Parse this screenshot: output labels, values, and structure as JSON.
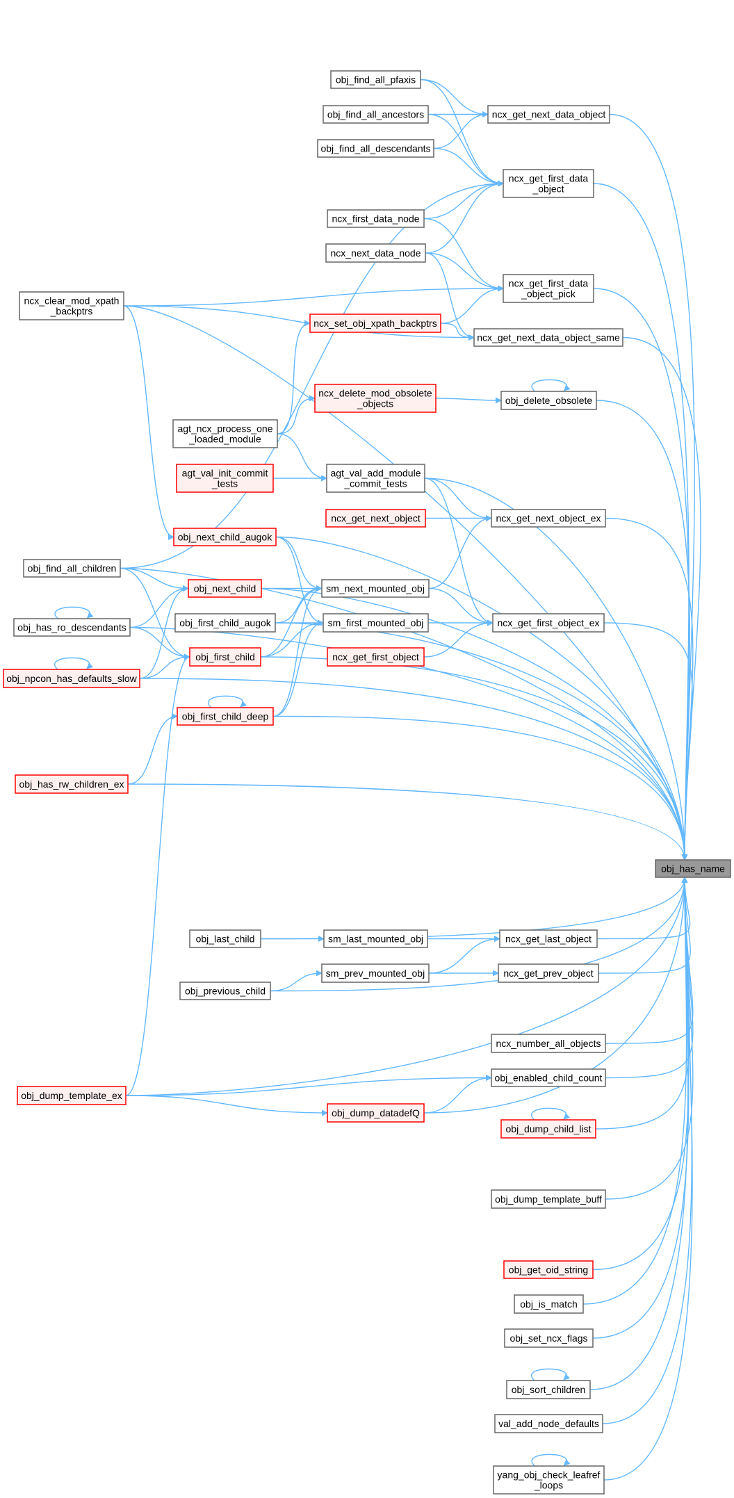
{
  "graph": {
    "title": "obj_has_name",
    "colors": {
      "edge": "#63b8ff",
      "red_border": "#ff0000",
      "red_fill": "#fff0f0",
      "current_fill": "#999999",
      "border": "#666666"
    },
    "nodes": [
      {
        "id": "has_name",
        "label": [
          "obj_has_name"
        ],
        "style": "current"
      },
      {
        "id": "pfaxis",
        "label": [
          "obj_find_all_pfaxis"
        ],
        "style": "normal"
      },
      {
        "id": "ancestors",
        "label": [
          "obj_find_all_ancestors"
        ],
        "style": "normal"
      },
      {
        "id": "descendants",
        "label": [
          "obj_find_all_descendants"
        ],
        "style": "normal"
      },
      {
        "id": "next_data_object",
        "label": [
          "ncx_get_next_data_object"
        ],
        "style": "normal"
      },
      {
        "id": "first_data_object",
        "label": [
          "ncx_get_first_data",
          "_object"
        ],
        "style": "normal"
      },
      {
        "id": "first_data_node",
        "label": [
          "ncx_first_data_node"
        ],
        "style": "normal"
      },
      {
        "id": "next_data_node",
        "label": [
          "ncx_next_data_node"
        ],
        "style": "normal"
      },
      {
        "id": "pick",
        "label": [
          "ncx_get_first_data",
          "_object_pick"
        ],
        "style": "normal"
      },
      {
        "id": "clear_mod",
        "label": [
          "ncx_clear_mod_xpath",
          "_backptrs"
        ],
        "style": "normal"
      },
      {
        "id": "xpath_backptrs",
        "label": [
          "ncx_set_obj_xpath_backptrs"
        ],
        "style": "red"
      },
      {
        "id": "same",
        "label": [
          "ncx_get_next_data_object_same"
        ],
        "style": "normal"
      },
      {
        "id": "delete_mod",
        "label": [
          "ncx_delete_mod_obsolete",
          "_objects"
        ],
        "style": "red"
      },
      {
        "id": "delete_obsolete",
        "label": [
          "obj_delete_obsolete"
        ],
        "style": "normal"
      },
      {
        "id": "agt_ncx_process",
        "label": [
          "agt_ncx_process_one",
          "_loaded_module"
        ],
        "style": "normal"
      },
      {
        "id": "agt_val_init",
        "label": [
          "agt_val_init_commit",
          "_tests"
        ],
        "style": "red"
      },
      {
        "id": "agt_val_add",
        "label": [
          "agt_val_add_module",
          "_commit_tests"
        ],
        "style": "normal"
      },
      {
        "id": "get_next_object",
        "label": [
          "ncx_get_next_object"
        ],
        "style": "red"
      },
      {
        "id": "next_object_ex",
        "label": [
          "ncx_get_next_object_ex"
        ],
        "style": "normal"
      },
      {
        "id": "next_child_augok",
        "label": [
          "obj_next_child_augok"
        ],
        "style": "red"
      },
      {
        "id": "find_all_children",
        "label": [
          "obj_find_all_children"
        ],
        "style": "normal"
      },
      {
        "id": "next_child",
        "label": [
          "obj_next_child"
        ],
        "style": "red"
      },
      {
        "id": "sm_next",
        "label": [
          "sm_next_mounted_obj"
        ],
        "style": "normal"
      },
      {
        "id": "ro_desc",
        "label": [
          "obj_has_ro_descendants"
        ],
        "style": "normal"
      },
      {
        "id": "first_child_augok",
        "label": [
          "obj_first_child_augok"
        ],
        "style": "normal"
      },
      {
        "id": "sm_first",
        "label": [
          "sm_first_mounted_obj"
        ],
        "style": "normal"
      },
      {
        "id": "first_object_ex",
        "label": [
          "ncx_get_first_object_ex"
        ],
        "style": "normal"
      },
      {
        "id": "npcon",
        "label": [
          "obj_npcon_has_defaults_slow"
        ],
        "style": "red"
      },
      {
        "id": "first_child",
        "label": [
          "obj_first_child"
        ],
        "style": "red"
      },
      {
        "id": "get_first_object",
        "label": [
          "ncx_get_first_object"
        ],
        "style": "red"
      },
      {
        "id": "first_child_deep",
        "label": [
          "obj_first_child_deep"
        ],
        "style": "red"
      },
      {
        "id": "rw_children",
        "label": [
          "obj_has_rw_children_ex"
        ],
        "style": "red"
      },
      {
        "id": "last_child",
        "label": [
          "obj_last_child"
        ],
        "style": "normal"
      },
      {
        "id": "sm_last",
        "label": [
          "sm_last_mounted_obj"
        ],
        "style": "normal"
      },
      {
        "id": "get_last_object",
        "label": [
          "ncx_get_last_object"
        ],
        "style": "normal"
      },
      {
        "id": "sm_prev",
        "label": [
          "sm_prev_mounted_obj"
        ],
        "style": "normal"
      },
      {
        "id": "get_prev_object",
        "label": [
          "ncx_get_prev_object"
        ],
        "style": "normal"
      },
      {
        "id": "previous_child",
        "label": [
          "obj_previous_child"
        ],
        "style": "normal"
      },
      {
        "id": "number_all",
        "label": [
          "ncx_number_all_objects"
        ],
        "style": "normal"
      },
      {
        "id": "enabled_count",
        "label": [
          "obj_enabled_child_count"
        ],
        "style": "normal"
      },
      {
        "id": "dump_template_ex",
        "label": [
          "obj_dump_template_ex"
        ],
        "style": "red"
      },
      {
        "id": "dump_datadefq",
        "label": [
          "obj_dump_datadefQ"
        ],
        "style": "red"
      },
      {
        "id": "dump_child_list",
        "label": [
          "obj_dump_child_list"
        ],
        "style": "red"
      },
      {
        "id": "dump_template_buff",
        "label": [
          "obj_dump_template_buff"
        ],
        "style": "normal"
      },
      {
        "id": "oid_string",
        "label": [
          "obj_get_oid_string"
        ],
        "style": "red"
      },
      {
        "id": "is_match",
        "label": [
          "obj_is_match"
        ],
        "style": "normal"
      },
      {
        "id": "set_ncx_flags",
        "label": [
          "obj_set_ncx_flags"
        ],
        "style": "normal"
      },
      {
        "id": "sort_children",
        "label": [
          "obj_sort_children"
        ],
        "style": "normal"
      },
      {
        "id": "val_add_defaults",
        "label": [
          "val_add_node_defaults"
        ],
        "style": "normal"
      },
      {
        "id": "yang_leafref",
        "label": [
          "yang_obj_check_leafref",
          "_loops"
        ],
        "style": "normal"
      }
    ],
    "edges": [
      [
        "pfaxis",
        "next_data_object"
      ],
      [
        "pfaxis",
        "first_data_object"
      ],
      [
        "ancestors",
        "next_data_object"
      ],
      [
        "ancestors",
        "first_data_object"
      ],
      [
        "descendants",
        "next_data_object"
      ],
      [
        "descendants",
        "first_data_object"
      ],
      [
        "find_all_children",
        "first_data_object"
      ],
      [
        "first_data_node",
        "first_data_object"
      ],
      [
        "first_data_node",
        "pick"
      ],
      [
        "next_data_node",
        "first_data_object"
      ],
      [
        "next_data_node",
        "pick"
      ],
      [
        "next_data_node",
        "same"
      ],
      [
        "clear_mod",
        "pick"
      ],
      [
        "clear_mod",
        "same"
      ],
      [
        "clear_mod",
        "next_child_augok"
      ],
      [
        "xpath_backptrs",
        "pick"
      ],
      [
        "xpath_backptrs",
        "same"
      ],
      [
        "agt_ncx_process",
        "xpath_backptrs"
      ],
      [
        "agt_ncx_process",
        "delete_mod"
      ],
      [
        "agt_ncx_process",
        "agt_val_add"
      ],
      [
        "delete_mod",
        "delete_obsolete"
      ],
      [
        "delete_obsolete",
        "delete_obsolete"
      ],
      [
        "agt_val_init",
        "agt_val_add"
      ],
      [
        "agt_val_add",
        "next_object_ex"
      ],
      [
        "agt_val_add",
        "first_object_ex"
      ],
      [
        "get_next_object",
        "next_object_ex"
      ],
      [
        "sm_next",
        "next_object_ex"
      ],
      [
        "sm_next",
        "first_object_ex"
      ],
      [
        "sm_first",
        "first_object_ex"
      ],
      [
        "get_first_object",
        "first_object_ex"
      ],
      [
        "next_child_augok",
        "sm_next"
      ],
      [
        "next_child_augok",
        "sm_first"
      ],
      [
        "find_all_children",
        "next_child"
      ],
      [
        "find_all_children",
        "first_child"
      ],
      [
        "next_child",
        "sm_next"
      ],
      [
        "ro_desc",
        "next_child"
      ],
      [
        "ro_desc",
        "first_child"
      ],
      [
        "ro_desc",
        "ro_desc"
      ],
      [
        "npcon",
        "next_child"
      ],
      [
        "npcon",
        "first_child"
      ],
      [
        "npcon",
        "npcon"
      ],
      [
        "first_child_augok",
        "sm_next"
      ],
      [
        "first_child_augok",
        "sm_first"
      ],
      [
        "first_child",
        "sm_next"
      ],
      [
        "first_child",
        "sm_first"
      ],
      [
        "first_child_deep",
        "sm_next"
      ],
      [
        "first_child_deep",
        "sm_first"
      ],
      [
        "first_child_deep",
        "first_child_deep"
      ],
      [
        "rw_children",
        "first_child_deep"
      ],
      [
        "dump_template_ex",
        "first_child"
      ],
      [
        "dump_template_ex",
        "enabled_count"
      ],
      [
        "dump_template_ex",
        "dump_datadefq"
      ],
      [
        "last_child",
        "sm_last"
      ],
      [
        "previous_child",
        "sm_prev"
      ],
      [
        "sm_last",
        "get_last_object"
      ],
      [
        "sm_prev",
        "get_last_object"
      ],
      [
        "sm_prev",
        "get_prev_object"
      ],
      [
        "dump_datadefq",
        "enabled_count"
      ],
      [
        "dump_child_list",
        "dump_child_list"
      ],
      [
        "sort_children",
        "sort_children"
      ],
      [
        "yang_leafref",
        "yang_leafref"
      ],
      [
        "clear_mod",
        "has_name"
      ],
      [
        "find_all_children",
        "has_name"
      ],
      [
        "next_data_object",
        "has_name"
      ],
      [
        "first_data_object",
        "has_name"
      ],
      [
        "pick",
        "has_name"
      ],
      [
        "same",
        "has_name"
      ],
      [
        "delete_obsolete",
        "has_name"
      ],
      [
        "agt_val_add",
        "has_name"
      ],
      [
        "next_child_augok",
        "has_name"
      ],
      [
        "next_child",
        "has_name"
      ],
      [
        "next_object_ex",
        "has_name"
      ],
      [
        "first_object_ex",
        "has_name"
      ],
      [
        "first_child_augok",
        "has_name"
      ],
      [
        "first_child",
        "has_name"
      ],
      [
        "first_child_deep",
        "has_name"
      ],
      [
        "ro_desc",
        "has_name"
      ],
      [
        "npcon",
        "has_name"
      ],
      [
        "rw_children",
        "has_name"
      ],
      [
        "last_child",
        "has_name"
      ],
      [
        "get_last_object",
        "has_name"
      ],
      [
        "previous_child",
        "has_name"
      ],
      [
        "get_prev_object",
        "has_name"
      ],
      [
        "number_all",
        "has_name"
      ],
      [
        "enabled_count",
        "has_name"
      ],
      [
        "dump_child_list",
        "has_name"
      ],
      [
        "dump_datadefq",
        "has_name"
      ],
      [
        "dump_template_buff",
        "has_name"
      ],
      [
        "dump_template_ex",
        "has_name"
      ],
      [
        "oid_string",
        "has_name"
      ],
      [
        "is_match",
        "has_name"
      ],
      [
        "set_ncx_flags",
        "has_name"
      ],
      [
        "sort_children",
        "has_name"
      ],
      [
        "val_add_defaults",
        "has_name"
      ],
      [
        "yang_leafref",
        "has_name"
      ]
    ]
  }
}
